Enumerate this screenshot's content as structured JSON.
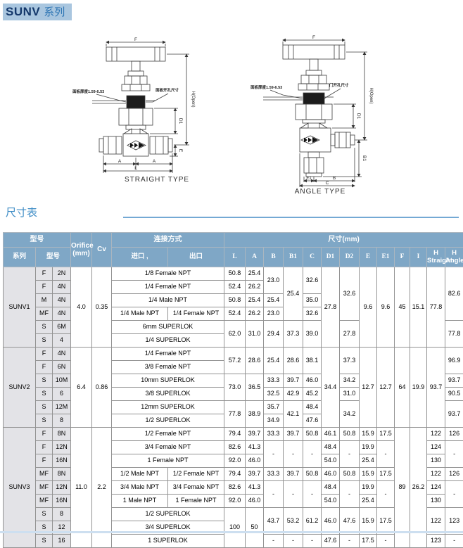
{
  "page": {
    "title_en": "SUNV",
    "title_cn": "系列",
    "section_title": "尺寸表"
  },
  "colors": {
    "title_strip_bg": "#a9c6df",
    "title_text": "#14386b",
    "subtitle_text": "#2f76b4",
    "section_text": "#3f8dc6",
    "rule_line": "#74a9d4",
    "table_header_bg": "#7fa7c6",
    "label_cell_bg": "#e3e3e7",
    "bottom_line": "#cddff0"
  },
  "drawings": {
    "straight": {
      "caption": "STRAIGHT TYPE",
      "dim_f": "F",
      "dim_a1": "A",
      "dim_a2": "A",
      "dim_l": "L",
      "dim_d1": "D1",
      "dim_e": "E",
      "dim_h": "H(Open)",
      "note_panel": "面板厚度1.59-6.53",
      "note_hole": "面板开孔尺寸"
    },
    "angle": {
      "caption": "ANGLE TYPE",
      "dim_f": "F",
      "dim_d1": "D1",
      "dim_b1": "B1",
      "dim_e1": "E1",
      "dim_b": "B",
      "dim_c": "C",
      "dim_h": "H(Open)",
      "note_panel": "面板厚度1.59-6.53",
      "note_hole": "门开孔尺寸"
    }
  },
  "table": {
    "header_rows": [
      [
        {
          "t": "型号",
          "cs": 3
        },
        {
          "t": "Orifice\n(mm)",
          "rs": 2
        },
        {
          "t": "Cv",
          "rs": 2
        },
        {
          "t": "连接方式",
          "cs": 2
        },
        {
          "t": "尺寸(mm)",
          "cs": 13
        }
      ],
      [
        {
          "t": "系列"
        },
        {
          "t": "型号",
          "cs": 2
        },
        {
          "t": "进口 ,"
        },
        {
          "t": "出口"
        },
        {
          "t": "L",
          "sr": 1
        },
        {
          "t": "A",
          "sr": 1
        },
        {
          "t": "B",
          "sr": 1
        },
        {
          "t": "B1",
          "sr": 1
        },
        {
          "t": "C",
          "sr": 1
        },
        {
          "t": "D1",
          "sr": 1
        },
        {
          "t": "D2",
          "sr": 1
        },
        {
          "t": "E",
          "sr": 1
        },
        {
          "t": "E1",
          "sr": 1
        },
        {
          "t": "F",
          "sr": 1
        },
        {
          "t": "I",
          "sr": 1
        },
        {
          "t": "H\nStraight"
        },
        {
          "t": "H\nAngle"
        }
      ]
    ],
    "body_rows": [
      [
        {
          "t": "SUNV1",
          "rs": 6,
          "g": 1
        },
        {
          "t": "F",
          "g": 1
        },
        {
          "t": "2N",
          "g": 1
        },
        {
          "t": "4.0",
          "rs": 6
        },
        {
          "t": "0.35",
          "rs": 6
        },
        {
          "t": "1/8 Female NPT",
          "cs": 2
        },
        {
          "t": "50.8"
        },
        {
          "t": "25.4"
        },
        {
          "t": "23.0",
          "rs": 2
        },
        {
          "t": "25.4",
          "rs": 4
        },
        {
          "t": "32.6",
          "rs": 2
        },
        {
          "t": "27.8",
          "rs": 6
        },
        {
          "t": "32.6",
          "rs": 4
        },
        {
          "t": "9.6",
          "rs": 6
        },
        {
          "t": "9.6",
          "rs": 6
        },
        {
          "t": "45",
          "rs": 6
        },
        {
          "t": "15.1",
          "rs": 6
        },
        {
          "t": "77.8",
          "rs": 6
        },
        {
          "t": "82.6",
          "rs": 4
        }
      ],
      [
        {
          "t": "F",
          "g": 1
        },
        {
          "t": "4N",
          "g": 1
        },
        {
          "t": "1/4 Female NPT",
          "cs": 2
        },
        {
          "t": "52.4"
        },
        {
          "t": "26.2"
        }
      ],
      [
        {
          "t": "M",
          "g": 1
        },
        {
          "t": "4N",
          "g": 1
        },
        {
          "t": "1/4 Male NPT",
          "cs": 2
        },
        {
          "t": "50.8"
        },
        {
          "t": "25.4"
        },
        {
          "t": "25.4"
        },
        {
          "t": "35.0"
        }
      ],
      [
        {
          "t": "MF",
          "g": 1
        },
        {
          "t": "4N",
          "g": 1
        },
        {
          "t": "1/4 Male NPT"
        },
        {
          "t": "1/4 Female NPT"
        },
        {
          "t": "52.4"
        },
        {
          "t": "26.2"
        },
        {
          "t": "23.0"
        },
        {
          "t": "32.6"
        }
      ],
      [
        {
          "t": "S",
          "g": 1
        },
        {
          "t": "6M",
          "g": 1
        },
        {
          "t": "6mm SUPERLOK",
          "cs": 2
        },
        {
          "t": "62.0",
          "rs": 2
        },
        {
          "t": "31.0",
          "rs": 2
        },
        {
          "t": "29.4",
          "rs": 2
        },
        {
          "t": "37.3",
          "rs": 2
        },
        {
          "t": "39.0",
          "rs": 2
        },
        {
          "t": "27.8",
          "rs": 2
        },
        {
          "t": "77.8",
          "rs": 2
        }
      ],
      [
        {
          "t": "S",
          "g": 1
        },
        {
          "t": "4",
          "g": 1
        },
        {
          "t": "1/4 SUPERLOK",
          "cs": 2
        }
      ],
      [
        {
          "t": "SUNV2",
          "rs": 6,
          "g": 1
        },
        {
          "t": "F",
          "g": 1
        },
        {
          "t": "4N",
          "g": 1
        },
        {
          "t": "6.4",
          "rs": 6
        },
        {
          "t": "0.86",
          "rs": 6
        },
        {
          "t": "1/4 Female NPT",
          "cs": 2
        },
        {
          "t": "57.2",
          "rs": 2
        },
        {
          "t": "28.6",
          "rs": 2
        },
        {
          "t": "25.4",
          "rs": 2
        },
        {
          "t": "28.6",
          "rs": 2
        },
        {
          "t": "38.1",
          "rs": 2
        },
        {
          "t": "34.4",
          "rs": 6
        },
        {
          "t": "37.3",
          "rs": 2
        },
        {
          "t": "12.7",
          "rs": 6
        },
        {
          "t": "12.7",
          "rs": 6
        },
        {
          "t": "64",
          "rs": 6
        },
        {
          "t": "19.9",
          "rs": 6
        },
        {
          "t": "93.7",
          "rs": 6
        },
        {
          "t": "96.9",
          "rs": 2
        }
      ],
      [
        {
          "t": "F",
          "g": 1
        },
        {
          "t": "6N",
          "g": 1
        },
        {
          "t": "3/8 Female NPT",
          "cs": 2
        }
      ],
      [
        {
          "t": "S",
          "g": 1
        },
        {
          "t": "10M",
          "g": 1
        },
        {
          "t": "10mm SUPERLOK",
          "cs": 2
        },
        {
          "t": "73.0",
          "rs": 2
        },
        {
          "t": "36.5",
          "rs": 2
        },
        {
          "t": "33.3"
        },
        {
          "t": "39.7"
        },
        {
          "t": "46.0"
        },
        {
          "t": "34.2"
        },
        {
          "t": "93.7"
        }
      ],
      [
        {
          "t": "S",
          "g": 1
        },
        {
          "t": "6",
          "g": 1
        },
        {
          "t": "3/8 SUPERLOK",
          "cs": 2
        },
        {
          "t": "32.5"
        },
        {
          "t": "42.9"
        },
        {
          "t": "45.2"
        },
        {
          "t": "31.0"
        },
        {
          "t": "90.5"
        }
      ],
      [
        {
          "t": "S",
          "g": 1
        },
        {
          "t": "12M",
          "g": 1
        },
        {
          "t": "12mm SUPERLOK",
          "cs": 2
        },
        {
          "t": "77.8",
          "rs": 2
        },
        {
          "t": "38.9",
          "rs": 2
        },
        {
          "t": "35.7"
        },
        {
          "t": "42.1",
          "rs": 2
        },
        {
          "t": "48.4"
        },
        {
          "t": "34.2",
          "rs": 2
        },
        {
          "t": "93.7",
          "rs": 2
        }
      ],
      [
        {
          "t": "S",
          "g": 1
        },
        {
          "t": "8",
          "g": 1
        },
        {
          "t": "1/2 SUPERLOK",
          "cs": 2
        },
        {
          "t": "34.9"
        },
        {
          "t": "47.6"
        }
      ],
      [
        {
          "t": "SUNV3",
          "rs": 9,
          "g": 1
        },
        {
          "t": "F",
          "g": 1
        },
        {
          "t": "8N",
          "g": 1
        },
        {
          "t": "11.0",
          "rs": 9
        },
        {
          "t": "2.2",
          "rs": 9
        },
        {
          "t": "1/2 Female NPT",
          "cs": 2
        },
        {
          "t": "79.4"
        },
        {
          "t": "39.7"
        },
        {
          "t": "33.3"
        },
        {
          "t": "39.7"
        },
        {
          "t": "50.8"
        },
        {
          "t": "46.1"
        },
        {
          "t": "50.8"
        },
        {
          "t": "15.9"
        },
        {
          "t": "17.5"
        },
        {
          "t": "89",
          "rs": 9
        },
        {
          "t": "26.2",
          "rs": 9
        },
        {
          "t": "122"
        },
        {
          "t": "126"
        }
      ],
      [
        {
          "t": "F",
          "g": 1
        },
        {
          "t": "12N",
          "g": 1
        },
        {
          "t": "3/4 Female NPT",
          "cs": 2
        },
        {
          "t": "82.6"
        },
        {
          "t": "41.3"
        },
        {
          "t": "-",
          "rs": 2
        },
        {
          "t": "-",
          "rs": 2
        },
        {
          "t": "-",
          "rs": 2
        },
        {
          "t": "48.4"
        },
        {
          "t": "-",
          "rs": 2
        },
        {
          "t": "19.9"
        },
        {
          "t": "-",
          "rs": 2
        },
        {
          "t": "124"
        },
        {
          "t": "-",
          "rs": 2
        }
      ],
      [
        {
          "t": "F",
          "g": 1
        },
        {
          "t": "16N",
          "g": 1
        },
        {
          "t": "1 Female NPT",
          "cs": 2
        },
        {
          "t": "92.0"
        },
        {
          "t": "46.0"
        },
        {
          "t": "54.0"
        },
        {
          "t": "25.4"
        },
        {
          "t": "130"
        }
      ],
      [
        {
          "t": "MF",
          "g": 1
        },
        {
          "t": "8N",
          "g": 1
        },
        {
          "t": "1/2 Male NPT"
        },
        {
          "t": "1/2 Female NPT"
        },
        {
          "t": "79.4"
        },
        {
          "t": "39.7"
        },
        {
          "t": "33.3"
        },
        {
          "t": "39.7"
        },
        {
          "t": "50.8"
        },
        {
          "t": "46.0"
        },
        {
          "t": "50.8"
        },
        {
          "t": "15.9"
        },
        {
          "t": "17.5"
        },
        {
          "t": "122"
        },
        {
          "t": "126"
        }
      ],
      [
        {
          "t": "MF",
          "g": 1
        },
        {
          "t": "12N",
          "g": 1
        },
        {
          "t": "3/4 Male NPT"
        },
        {
          "t": "3/4 Female NPT"
        },
        {
          "t": "82.6"
        },
        {
          "t": "41.3"
        },
        {
          "t": "-",
          "rs": 2
        },
        {
          "t": "-",
          "rs": 2
        },
        {
          "t": "-",
          "rs": 2
        },
        {
          "t": "48.4"
        },
        {
          "t": "-",
          "rs": 2
        },
        {
          "t": "19.9"
        },
        {
          "t": "-",
          "rs": 2
        },
        {
          "t": "124"
        },
        {
          "t": "-",
          "rs": 2
        }
      ],
      [
        {
          "t": "MF",
          "g": 1
        },
        {
          "t": "16N",
          "g": 1
        },
        {
          "t": "1 Male NPT"
        },
        {
          "t": "1 Female NPT"
        },
        {
          "t": "92.0"
        },
        {
          "t": "46.0"
        },
        {
          "t": "54.0"
        },
        {
          "t": "25.4"
        },
        {
          "t": "130"
        }
      ],
      [
        {
          "t": "S",
          "g": 1
        },
        {
          "t": "8",
          "g": 1
        },
        {
          "t": "1/2 SUPERLOK",
          "cs": 2
        },
        {
          "t": "100",
          "rs": 3
        },
        {
          "t": "50",
          "rs": 3
        },
        {
          "t": "43.7",
          "rs": 2
        },
        {
          "t": "53.2",
          "rs": 2
        },
        {
          "t": "61.2",
          "rs": 2
        },
        {
          "t": "46.0",
          "rs": 2
        },
        {
          "t": "47.6",
          "rs": 2
        },
        {
          "t": "15.9",
          "rs": 2
        },
        {
          "t": "17.5",
          "rs": 2
        },
        {
          "t": "122",
          "rs": 2
        },
        {
          "t": "123",
          "rs": 2
        }
      ],
      [
        {
          "t": "S",
          "g": 1
        },
        {
          "t": "12",
          "g": 1
        },
        {
          "t": "3/4 SUPERLOK",
          "cs": 2
        }
      ],
      [
        {
          "t": "S",
          "g": 1
        },
        {
          "t": "16",
          "g": 1
        },
        {
          "t": "1 SUPERLOK",
          "cs": 2
        },
        {
          "t": "-"
        },
        {
          "t": "-"
        },
        {
          "t": "-"
        },
        {
          "t": "47.6"
        },
        {
          "t": "-"
        },
        {
          "t": "17.5"
        },
        {
          "t": "-"
        },
        {
          "t": "123"
        },
        {
          "t": "-"
        }
      ]
    ]
  }
}
